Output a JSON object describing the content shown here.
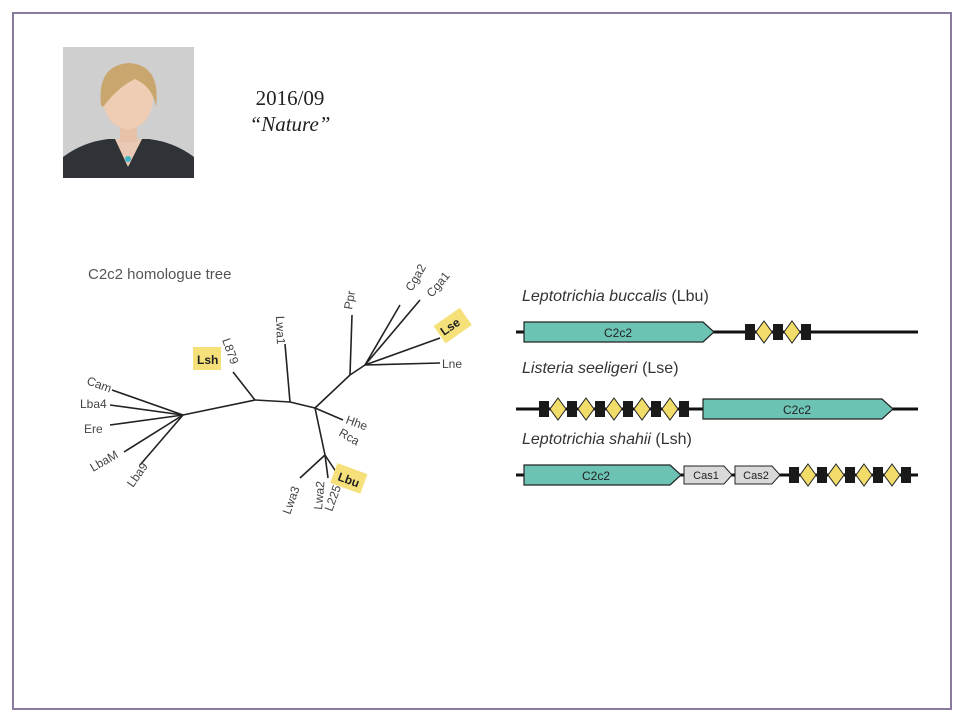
{
  "slide": {
    "date": "2016/09",
    "journal": "“Nature”",
    "portrait_alt": "portrait photo"
  },
  "tree": {
    "title": "C2c2 homologue tree",
    "leaves": [
      "Cam",
      "Lba4",
      "Ere",
      "LbaM",
      "Lba9",
      "Lsh",
      "L879",
      "Lwa1",
      "Ppr",
      "Cga2",
      "Cga1",
      "Lse",
      "Lne",
      "Hhe",
      "Rca",
      "Lwa3",
      "Lwa2",
      "L225",
      "Lbu"
    ],
    "highlighted": [
      "Lsh",
      "Lse",
      "Lbu"
    ],
    "highlight_color": "#f5e07a"
  },
  "loci": [
    {
      "species_italic": "Leptotrichia buccalis",
      "abbr": "(Lbu)",
      "genes": [
        "C2c2"
      ]
    },
    {
      "species_italic": "Listeria seeligeri",
      "abbr": "(Lse)",
      "genes": [
        "C2c2"
      ]
    },
    {
      "species_italic": "Leptotrichia shahii",
      "abbr": "(Lsh)",
      "genes": [
        "C2c2",
        "Cas1",
        "Cas2"
      ]
    }
  ],
  "colors": {
    "border": "#8a7aa0",
    "c2c2_fill": "#6cc3b4",
    "cas_fill": "#d9d9d9",
    "spacer_fill": "#f2dc6a",
    "repeat_fill": "#1a1a1a"
  }
}
